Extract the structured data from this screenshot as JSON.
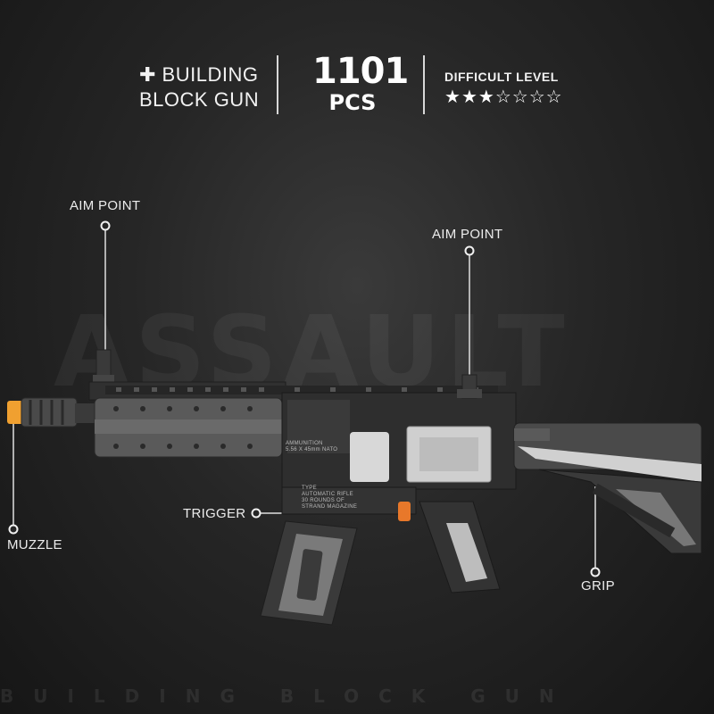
{
  "header": {
    "title_line1": "✚ BUILDING",
    "title_line2": "BLOCK GUN",
    "pcs_number": "1101",
    "pcs_unit": "PCS",
    "difficulty_label": "DIFFICULT LEVEL",
    "stars_filled": 3,
    "stars_total": 7
  },
  "callouts": {
    "aim_point_front": "AIM POINT",
    "aim_point_rear": "AIM POINT",
    "trigger": "TRIGGER",
    "muzzle": "MUZZLE",
    "grip": "GRIP"
  },
  "body_text": {
    "ammunition_line1": "AMMUNITION",
    "ammunition_line2": "5.56 X 45mm NATO",
    "type_line1": "TYPE",
    "type_line2": "AUTOMATIC RIFLE",
    "type_line3": "30 ROUNDS OF",
    "type_line4": "STRAND MAGAZINE"
  },
  "watermark": "ASSAULT",
  "footer_text": "BUILDING BLOCK GUN",
  "colors": {
    "background": "#262626",
    "text": "#f2f2f2",
    "muzzle_accent": "#f0a030",
    "trigger_accent": "#e8782a",
    "gun_body": "#3c3c3c"
  }
}
